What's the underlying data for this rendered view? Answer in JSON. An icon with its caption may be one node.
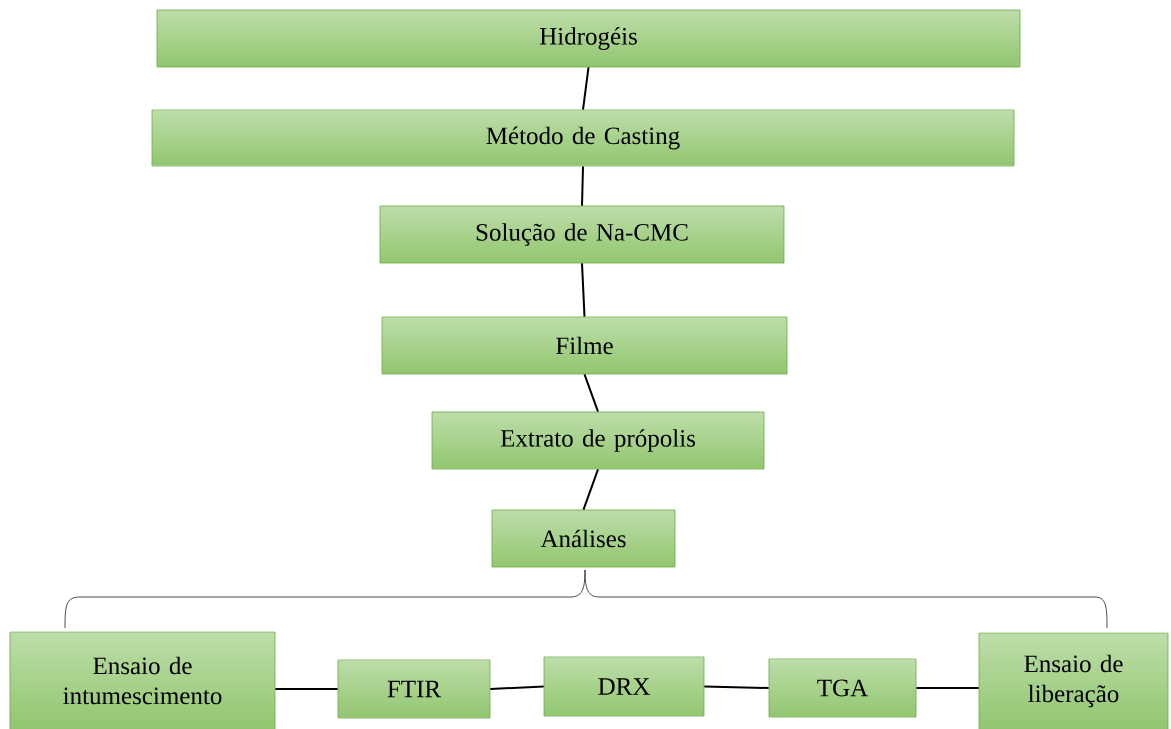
{
  "diagram": {
    "nodes": [
      {
        "text": [
          "Hidrogéis"
        ]
      },
      {
        "text": [
          "Método de Casting"
        ]
      },
      {
        "text": [
          "Solução de Na-CMC"
        ]
      },
      {
        "text": [
          "Filme"
        ]
      },
      {
        "text": [
          "Extrato de própolis"
        ]
      },
      {
        "text": [
          "Análises"
        ]
      },
      {
        "text": [
          "Ensaio de intumescimento"
        ]
      },
      {
        "text": [
          "FTIR"
        ]
      },
      {
        "text": [
          "DRX"
        ]
      },
      {
        "text": [
          "TGA"
        ]
      },
      {
        "text": [
          "Ensaio de liberação"
        ]
      }
    ],
    "edges": [
      {
        "from": 0,
        "to": 1,
        "arrow": "none"
      },
      {
        "from": 1,
        "to": 2,
        "arrow": "none"
      },
      {
        "from": 2,
        "to": 3,
        "arrow": "none"
      },
      {
        "from": 3,
        "to": 4,
        "arrow": "none"
      },
      {
        "from": 4,
        "to": 5,
        "arrow": "none"
      },
      {
        "from": 6,
        "to": 7,
        "arrow": "none"
      },
      {
        "from": 7,
        "to": 8,
        "arrow": "none"
      },
      {
        "from": 8,
        "to": 9,
        "arrow": "none"
      },
      {
        "from": 9,
        "to": 10,
        "arrow": "none"
      }
    ]
  }
}
